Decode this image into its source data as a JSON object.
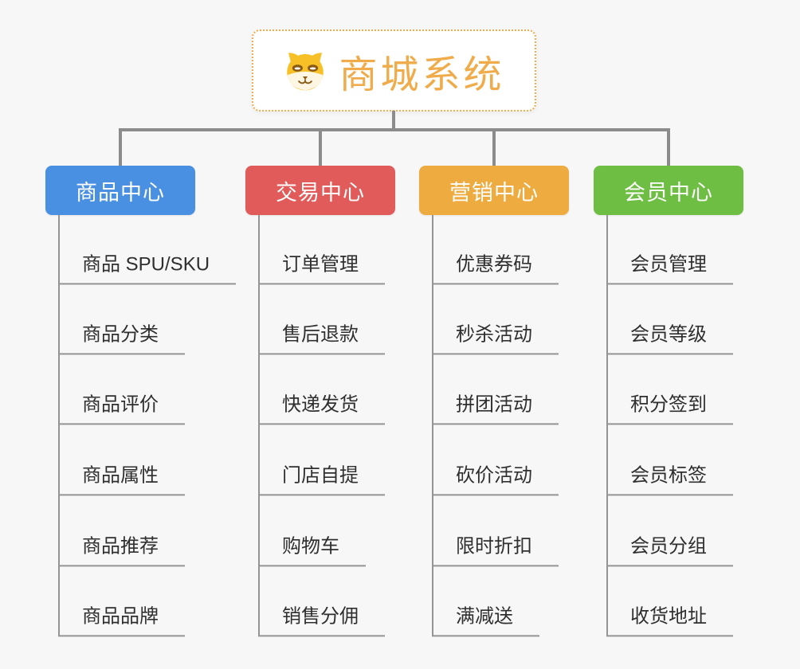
{
  "canvas": {
    "background": "#f7f7f7",
    "connector_color": "#8c8c8c",
    "child_line_color": "#949494",
    "child_text_color": "#2f2f2f"
  },
  "root": {
    "title": "商城系统",
    "title_color": "#f0ac4a",
    "border_color": "#f0ab4e",
    "icon": "shiba-dog-icon"
  },
  "branches": [
    {
      "label": "商品中心",
      "color": "#4a90e2",
      "children": [
        "商品 SPU/SKU",
        "商品分类",
        "商品评价",
        "商品属性",
        "商品推荐",
        "商品品牌"
      ]
    },
    {
      "label": "交易中心",
      "color": "#e25b5b",
      "children": [
        "订单管理",
        "售后退款",
        "快递发货",
        "门店自提",
        "购物车",
        "销售分佣"
      ]
    },
    {
      "label": "营销中心",
      "color": "#eeac40",
      "children": [
        "优惠券码",
        "秒杀活动",
        "拼团活动",
        "砍价活动",
        "限时折扣",
        "满减送"
      ]
    },
    {
      "label": "会员中心",
      "color": "#6ebe43",
      "children": [
        "会员管理",
        "会员等级",
        "积分签到",
        "会员标签",
        "会员分组",
        "收货地址"
      ]
    }
  ]
}
